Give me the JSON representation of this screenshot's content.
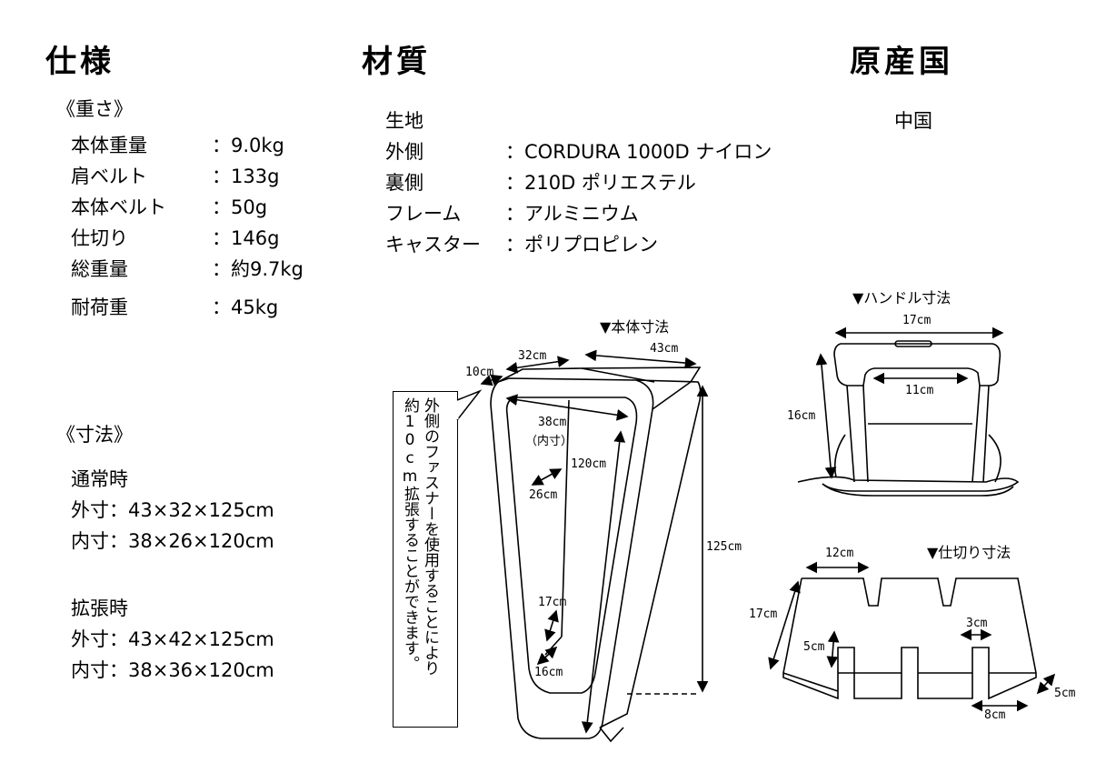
{
  "headings": {
    "spec": "仕様",
    "material": "材質",
    "origin": "原産国"
  },
  "weight": {
    "title": "《重さ》",
    "rows": [
      {
        "label": "本体重量",
        "value": "：9.0kg"
      },
      {
        "label": "肩ベルト",
        "value": "：133g"
      },
      {
        "label": "本体ベルト",
        "value": "：50g"
      },
      {
        "label": "仕切り",
        "value": "：146g"
      },
      {
        "label": "総重量",
        "value": "：約9.7kg"
      }
    ],
    "load": {
      "label": "耐荷重",
      "value": "：45kg"
    }
  },
  "dimensions": {
    "title": "《寸法》",
    "normal": {
      "title": "通常時",
      "outer": "外寸：43×32×125cm",
      "inner": "内寸：38×26×120cm"
    },
    "expanded": {
      "title": "拡張時",
      "outer": "外寸：43×42×125cm",
      "inner": "内寸：38×36×120cm"
    }
  },
  "material": {
    "fabric_title": "生地",
    "rows": [
      {
        "label": "外側",
        "value": "：CORDURA 1000D ナイロン"
      },
      {
        "label": "裏側",
        "value": "：210D ポリエステル"
      },
      {
        "label": "フレーム",
        "value": "：アルミニウム"
      },
      {
        "label": "キャスター",
        "value": "：ポリプロピレン"
      }
    ]
  },
  "origin": {
    "country": "中国"
  },
  "body_diagram": {
    "title": "▼本体寸法",
    "labels": {
      "d10": "10cm",
      "d32": "32cm",
      "d43": "43cm",
      "d38": "38cm",
      "inner": "（内寸）",
      "d120": "120cm",
      "d26": "26cm",
      "d125": "125cm",
      "d17": "17cm",
      "d16": "16cm"
    }
  },
  "expand_note": {
    "col1": "約10cm拡張することができます。",
    "col2": "外側のファスナーを使用することにより"
  },
  "handle_diagram": {
    "title": "▼ハンドル寸法",
    "labels": {
      "w17": "17cm",
      "w11": "11cm",
      "h16": "16cm"
    }
  },
  "divider_diagram": {
    "title": "▼仕切り寸法",
    "labels": {
      "w12": "12cm",
      "h17": "17cm",
      "w3": "3cm",
      "h5": "5cm",
      "d5": "5cm",
      "w8": "8cm"
    }
  }
}
